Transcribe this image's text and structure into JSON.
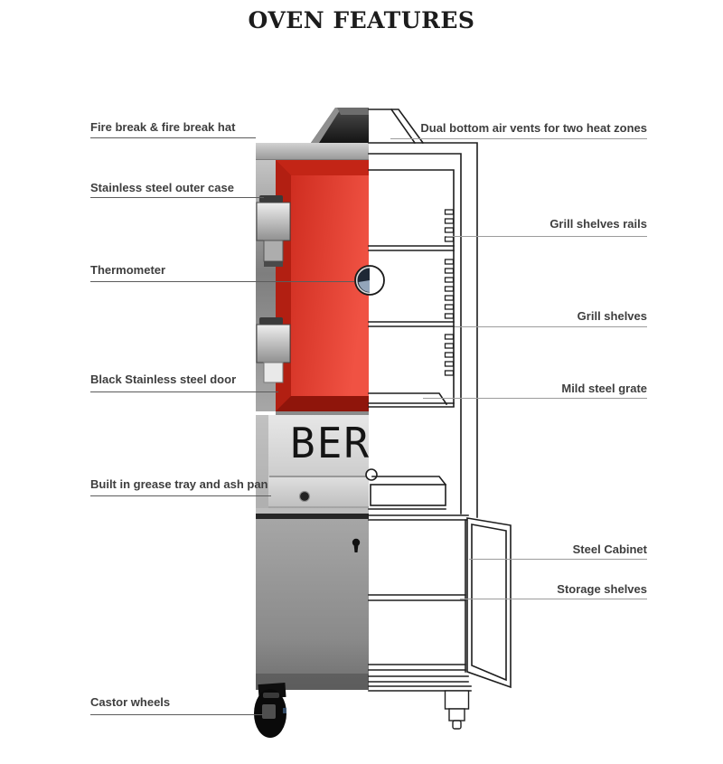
{
  "title": "OVEN FEATURES",
  "oven": {
    "brand_text": "BER"
  },
  "colors": {
    "door_red": "#e04537",
    "door_red_dark": "#a81c10",
    "steel_gray": "#b0b0b0",
    "cabinet_gray": "#8a8a8a",
    "drawing_line": "#1e1e1e",
    "label_text": "#3e3e3e",
    "leader_left": "#5c5c5c",
    "leader_right": "#9c9c9c"
  },
  "labels": {
    "left": [
      {
        "text": "Fire break & fire break hat"
      },
      {
        "text": "Stainless steel outer case"
      },
      {
        "text": "Thermometer"
      },
      {
        "text": "Black Stainless steel door"
      },
      {
        "text": "Built in grease tray and ash pan"
      },
      {
        "text": "Castor wheels"
      }
    ],
    "right": [
      {
        "text": "Dual bottom air vents for two heat zones"
      },
      {
        "text": "Grill shelves rails"
      },
      {
        "text": "Grill shelves"
      },
      {
        "text": "Mild steel grate"
      },
      {
        "text": "Steel Cabinet"
      },
      {
        "text": "Storage shelves"
      }
    ]
  }
}
